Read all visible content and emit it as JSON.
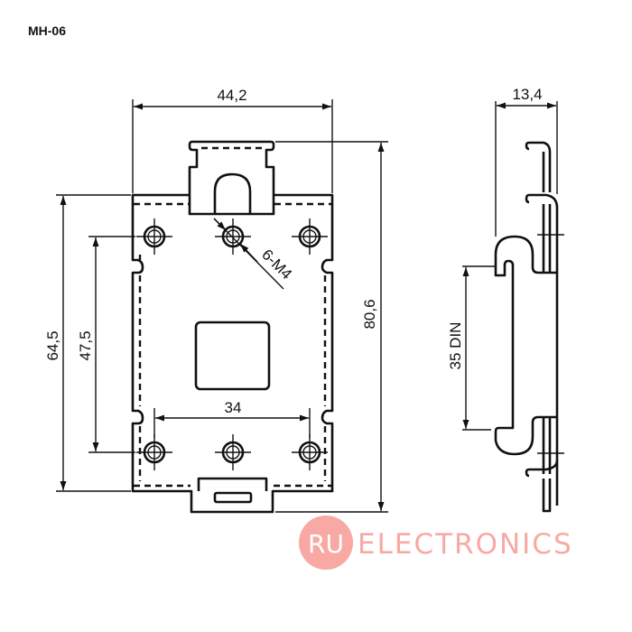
{
  "title": "MH-06",
  "dimensions": {
    "width": "44,2",
    "height_total": "80,6",
    "height_plate": "64,5",
    "hole_spacing_vertical": "47,5",
    "hole_spacing_horizontal": "34",
    "holes": "6-M4",
    "depth": "13,4",
    "rail": "35 DIN"
  },
  "watermark": {
    "badge": "RU",
    "text": "ELECTRONICS",
    "color": "#f8a9a4"
  }
}
